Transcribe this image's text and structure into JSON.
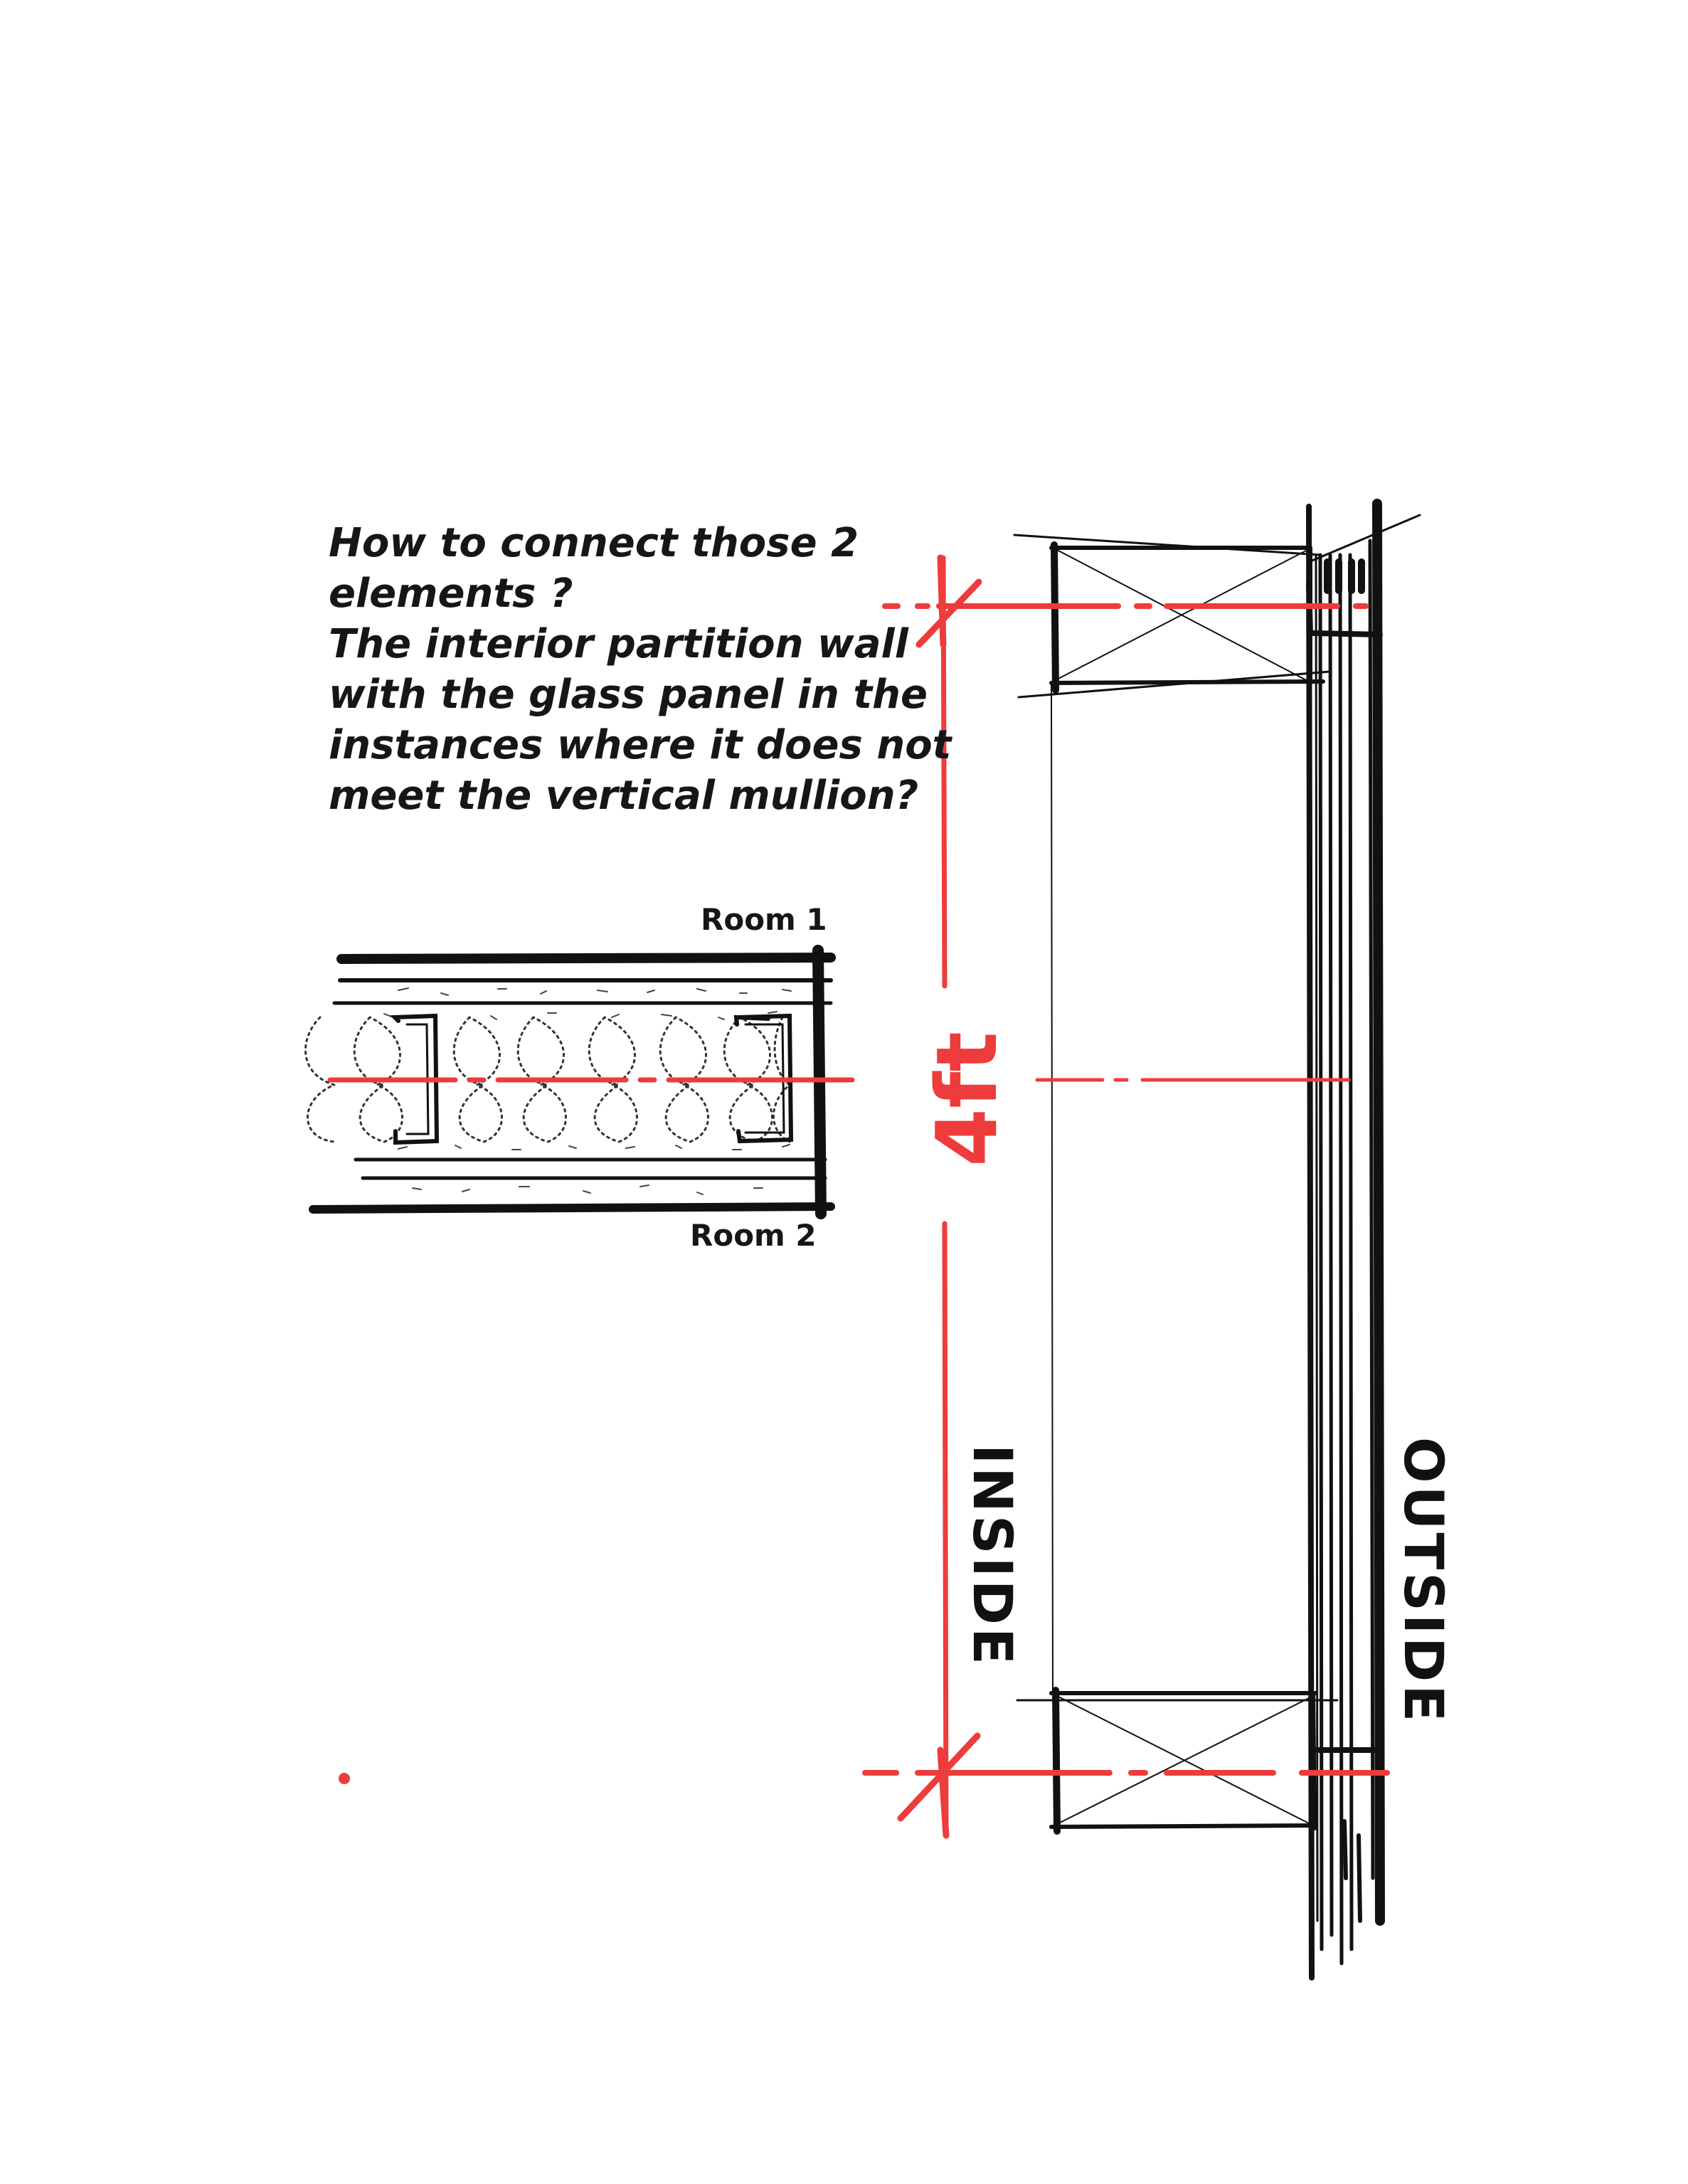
{
  "question": {
    "lines": [
      "How to connect those 2",
      "elements ?",
      "The interior partition wall",
      "with the glass panel in the",
      "instances where it does not",
      "meet the vertical mullion?"
    ]
  },
  "wall_section": {
    "room_top": "Room 1",
    "room_bottom": "Room 2"
  },
  "elevation": {
    "dimension": "4ft",
    "inside_label": "INSIDE",
    "outside_label": "OUTSIDE"
  },
  "colors": {
    "ink": "#111111",
    "dimension_red": "#ee3b3b"
  }
}
